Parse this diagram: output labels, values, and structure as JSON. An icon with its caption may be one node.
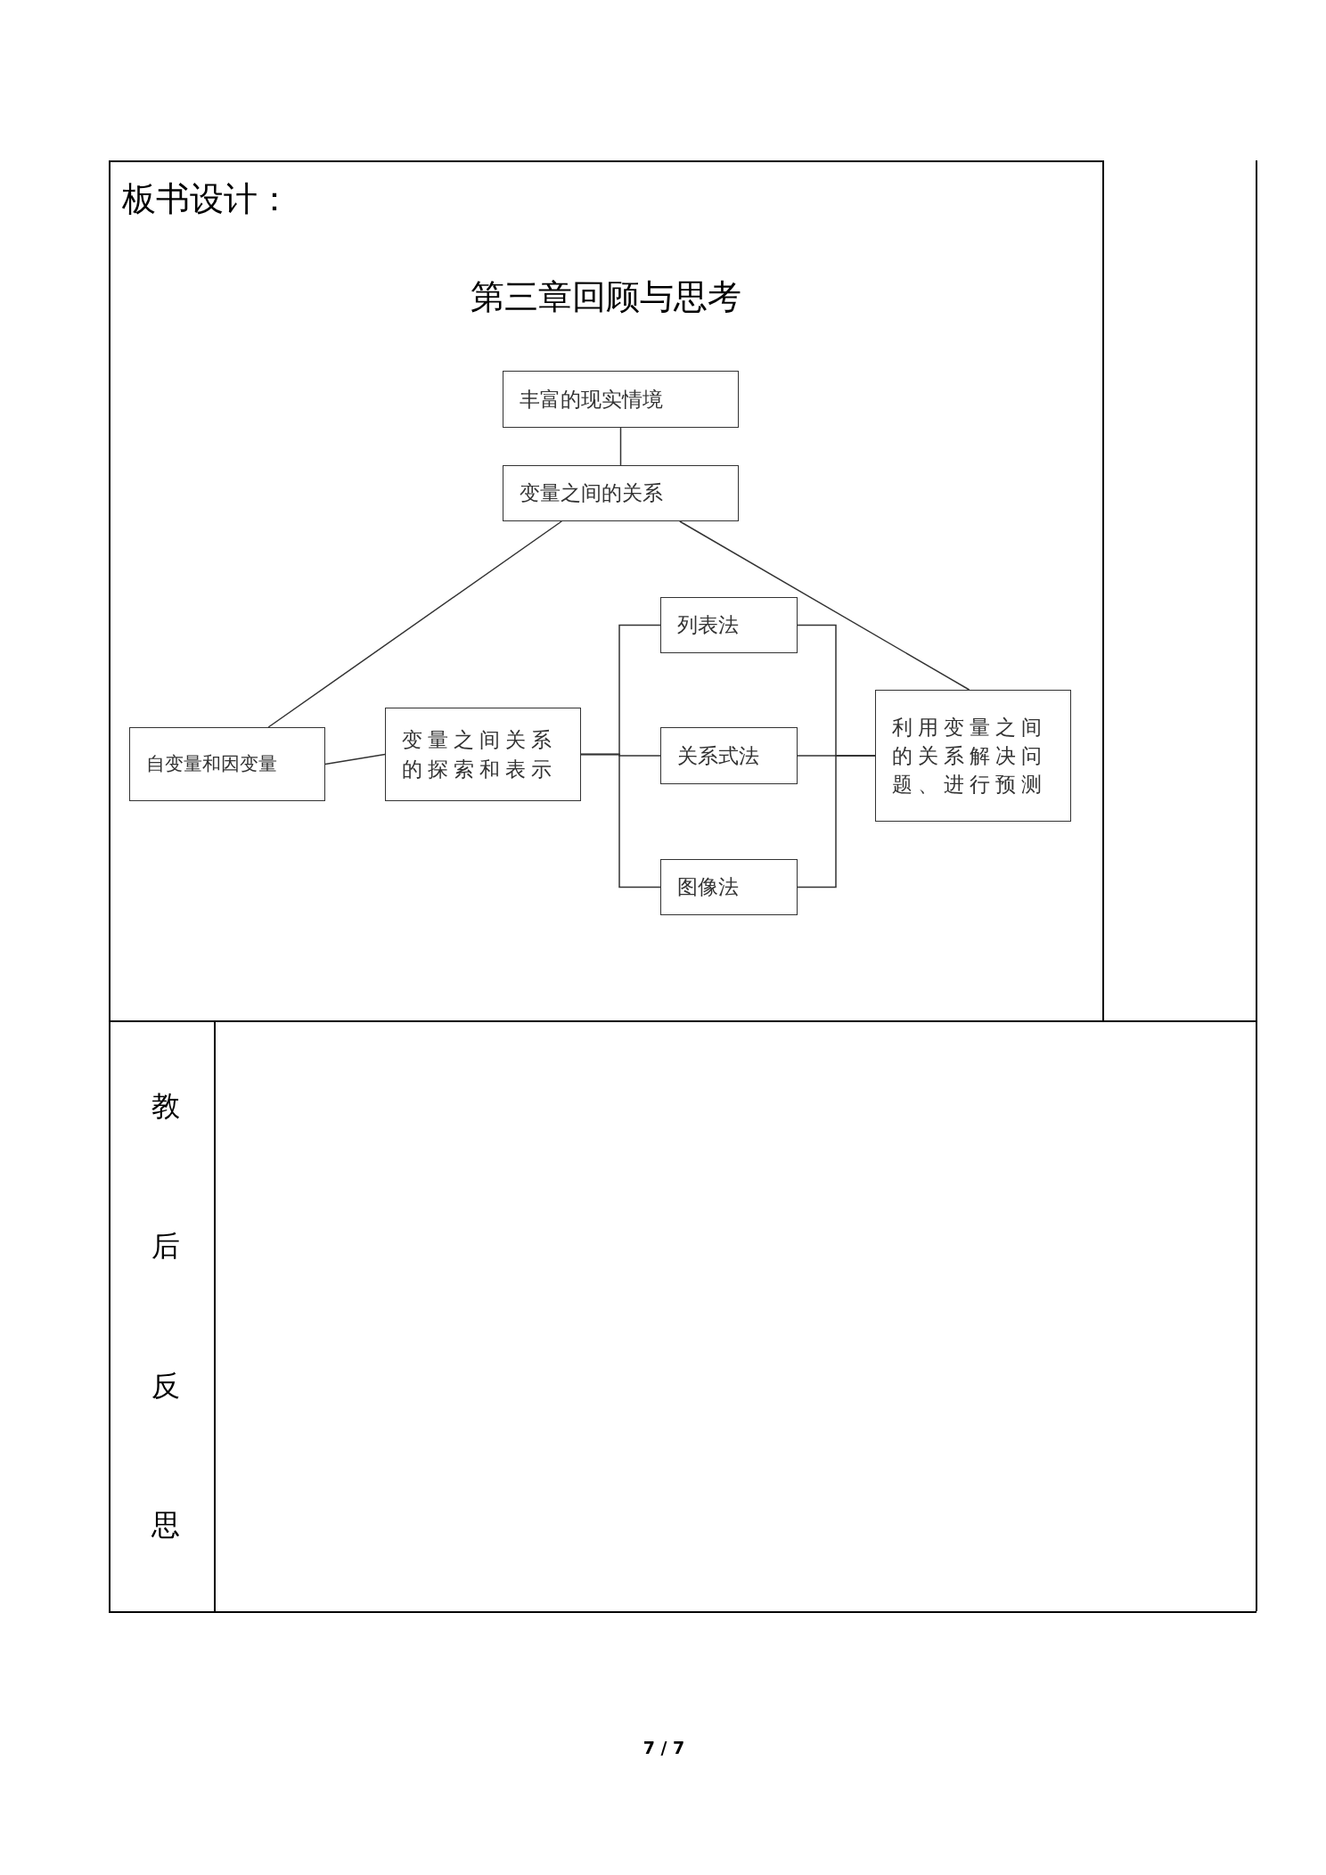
{
  "diagram": {
    "title": "第三章回顾与思考",
    "nodes": [
      {
        "text": [
          "丰富的现实情境"
        ]
      },
      {
        "text": [
          "变量之间的关系"
        ]
      },
      {
        "text": [
          "自变量和因变量"
        ]
      },
      {
        "text": [
          "变量之间关系的探索和表示"
        ]
      },
      {
        "text": [
          "列表法"
        ]
      },
      {
        "text": [
          "关系式法"
        ]
      },
      {
        "text": [
          "图像法"
        ]
      },
      {
        "text": [
          "利用变量之间的关系解决问题、进行预测"
        ]
      }
    ],
    "edges": [
      {
        "from": 0,
        "to": 1,
        "arrow": "none"
      },
      {
        "from": 1,
        "to": 2,
        "arrow": "none"
      },
      {
        "from": 1,
        "to": 7,
        "arrow": "none"
      },
      {
        "from": 2,
        "to": 3,
        "arrow": "none"
      },
      {
        "from": 3,
        "to": 4,
        "arrow": "none"
      },
      {
        "from": 3,
        "to": 5,
        "arrow": "none"
      },
      {
        "from": 3,
        "to": 6,
        "arrow": "none"
      },
      {
        "from": 4,
        "to": 7,
        "arrow": "none"
      },
      {
        "from": 5,
        "to": 7,
        "arrow": "none"
      },
      {
        "from": 6,
        "to": 7,
        "arrow": "none"
      }
    ],
    "labels": [
      "板书设计：",
      "教",
      "后",
      "反",
      "思",
      "7 / 7"
    ]
  }
}
